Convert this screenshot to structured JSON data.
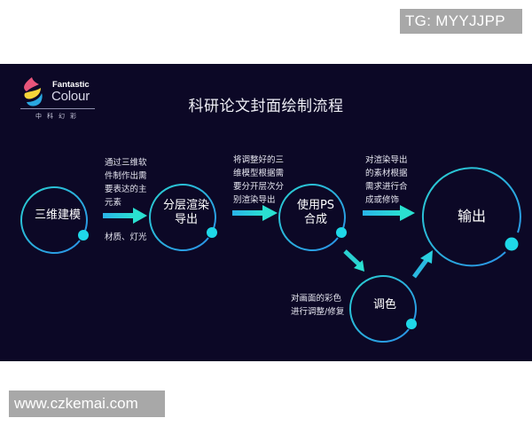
{
  "watermarks": {
    "top": "TG: MYYJJPP",
    "bottom": "www.czkemai.com"
  },
  "logo": {
    "word1": "Fantastic",
    "word2": "Colour",
    "chinese": "中科幻彩",
    "colors": [
      "#e8557a",
      "#f5d63a",
      "#2aa8e0"
    ]
  },
  "diagram": {
    "title": "科研论文封面绘制流程",
    "background": "#0c0826",
    "accent": "#1fd8e8",
    "nodes": [
      {
        "id": "modeling",
        "label": "三维建模"
      },
      {
        "id": "render",
        "label": "分层渲染\n导出"
      },
      {
        "id": "composite",
        "label": "使用PS\n合成"
      },
      {
        "id": "color",
        "label": "调色"
      },
      {
        "id": "output",
        "label": "输出"
      }
    ],
    "notes": {
      "modeling_top": "通过三维软\n件制作出需\n要表达的主\n元素",
      "modeling_bottom": "材质、灯光",
      "render_top": "将调整好的三\n维模型根据需\n要分开层次分\n别渲染导出",
      "composite_top": "对渲染导出\n的素材根据\n需求进行合\n成或修饰",
      "color_left": "对画面的彩色\n进行调整/修复"
    },
    "edges": [
      {
        "from": "modeling",
        "to": "render"
      },
      {
        "from": "render",
        "to": "composite"
      },
      {
        "from": "composite",
        "to": "output"
      },
      {
        "from": "composite",
        "to": "color"
      },
      {
        "from": "color",
        "to": "output"
      }
    ]
  }
}
